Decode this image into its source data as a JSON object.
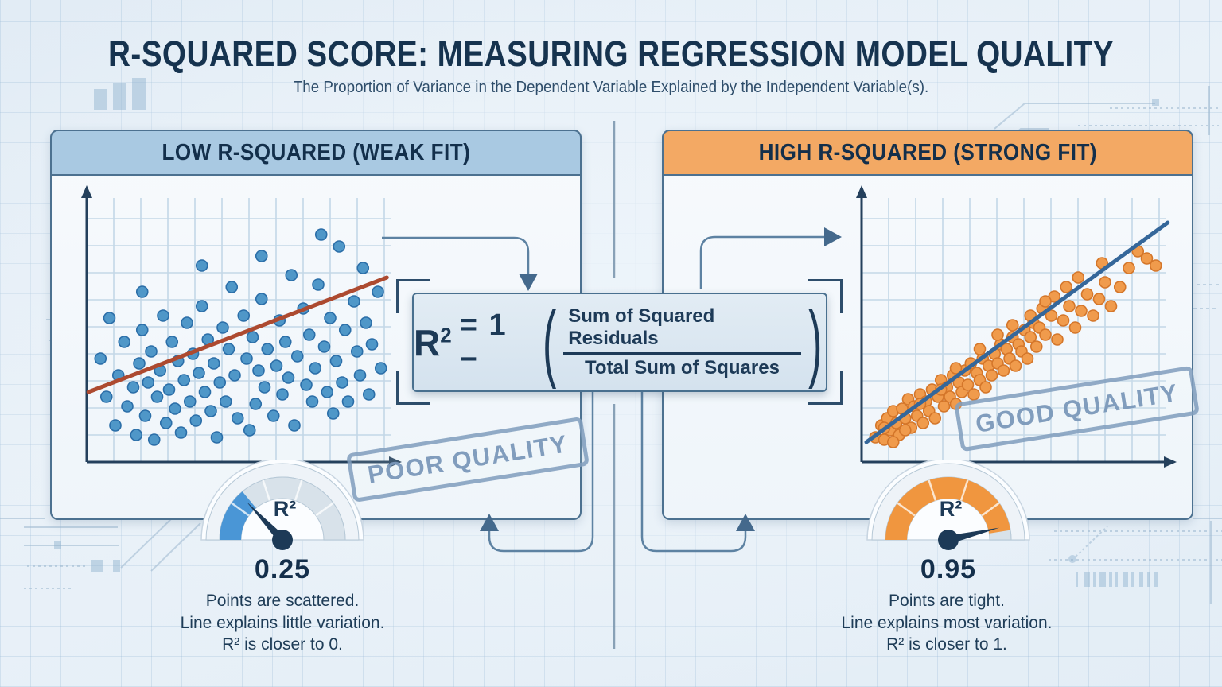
{
  "page": {
    "title": "R-SQUARED SCORE: MEASURING REGRESSION MODEL QUALITY",
    "subtitle": "The Proportion of Variance in the Dependent Variable Explained by the Independent Variable(s)."
  },
  "formula": {
    "lhs_base": "R",
    "lhs_sup": "2",
    "equals": "= 1 −",
    "open_paren": "(",
    "numerator": "Sum of Squared Residuals",
    "denominator": "Total Sum of Squares",
    "close_paren": ")"
  },
  "panels": {
    "left": {
      "header": "LOW R-SQUARED (WEAK FIT)",
      "stamp": "POOR QUALITY",
      "gauge": {
        "label": "R²",
        "value_label": "0.25",
        "needle": 0.26,
        "fill": 0.28,
        "accent": "#4a96d6"
      },
      "desc_line1": "Points are scattered.",
      "desc_line2": "Line explains little variation.",
      "desc_line3": "R² is closer to 0."
    },
    "right": {
      "header": "HIGH R-SQUARED (STRONG FIT)",
      "stamp": "GOOD QUALITY",
      "gauge": {
        "label": "R²",
        "value_label": "0.95",
        "needle": 0.925,
        "fill": 0.95,
        "accent": "#f0963f"
      },
      "desc_line1": "Points are tight.",
      "desc_line2": "Line explains most variation.",
      "desc_line3": "R² is closer to 1."
    }
  },
  "chart_data": [
    {
      "id": "left-scatter",
      "type": "scatter",
      "title": "Low R-squared scatter: widely dispersed points around a shallow rising regression line",
      "x_range": [
        0,
        100
      ],
      "y_range": [
        0,
        100
      ],
      "grid": true,
      "legend": "none",
      "dot_color": "#4f97c8",
      "dot_edge": "#2b6ea8",
      "line_color": "#ad4a30",
      "trend_line": [
        [
          -1,
          26
        ],
        [
          99,
          74
        ]
      ],
      "points": [
        [
          3,
          40
        ],
        [
          5,
          24
        ],
        [
          6,
          57
        ],
        [
          8,
          12
        ],
        [
          9,
          33
        ],
        [
          11,
          47
        ],
        [
          12,
          20
        ],
        [
          14,
          28
        ],
        [
          15,
          8
        ],
        [
          16,
          38
        ],
        [
          17,
          52
        ],
        [
          18,
          16
        ],
        [
          19,
          30
        ],
        [
          20,
          43
        ],
        [
          21,
          6
        ],
        [
          22,
          24
        ],
        [
          23,
          35
        ],
        [
          24,
          58
        ],
        [
          25,
          13
        ],
        [
          26,
          27
        ],
        [
          27,
          47
        ],
        [
          28,
          19
        ],
        [
          29,
          39
        ],
        [
          30,
          9
        ],
        [
          31,
          31
        ],
        [
          32,
          55
        ],
        [
          33,
          22
        ],
        [
          34,
          42
        ],
        [
          35,
          14
        ],
        [
          36,
          34
        ],
        [
          37,
          62
        ],
        [
          38,
          26
        ],
        [
          39,
          48
        ],
        [
          40,
          18
        ],
        [
          41,
          38
        ],
        [
          42,
          7
        ],
        [
          43,
          30
        ],
        [
          44,
          53
        ],
        [
          45,
          22
        ],
        [
          46,
          44
        ],
        [
          47,
          70
        ],
        [
          48,
          33
        ],
        [
          49,
          15
        ],
        [
          51,
          58
        ],
        [
          52,
          40
        ],
        [
          53,
          10
        ],
        [
          54,
          49
        ],
        [
          55,
          21
        ],
        [
          56,
          35
        ],
        [
          57,
          65
        ],
        [
          58,
          28
        ],
        [
          59,
          44
        ],
        [
          61,
          16
        ],
        [
          62,
          37
        ],
        [
          63,
          56
        ],
        [
          64,
          25
        ],
        [
          65,
          47
        ],
        [
          66,
          32
        ],
        [
          67,
          75
        ],
        [
          68,
          12
        ],
        [
          69,
          41
        ],
        [
          71,
          61
        ],
        [
          72,
          29
        ],
        [
          73,
          50
        ],
        [
          74,
          22
        ],
        [
          75,
          36
        ],
        [
          76,
          71
        ],
        [
          78,
          45
        ],
        [
          79,
          26
        ],
        [
          80,
          57
        ],
        [
          81,
          17
        ],
        [
          82,
          39
        ],
        [
          83,
          87
        ],
        [
          84,
          30
        ],
        [
          85,
          52
        ],
        [
          86,
          22
        ],
        [
          88,
          64
        ],
        [
          89,
          43
        ],
        [
          90,
          33
        ],
        [
          91,
          78
        ],
        [
          92,
          55
        ],
        [
          93,
          25
        ],
        [
          94,
          46
        ],
        [
          96,
          68
        ],
        [
          97,
          36
        ],
        [
          77,
          92
        ],
        [
          57,
          83
        ],
        [
          37,
          79
        ],
        [
          17,
          68
        ]
      ]
    },
    {
      "id": "right-scatter",
      "type": "scatter",
      "title": "High R-squared scatter: tight points along a steep rising regression line",
      "x_range": [
        0,
        100
      ],
      "y_range": [
        0,
        100
      ],
      "grid": true,
      "legend": "none",
      "dot_color": "#f09b4c",
      "dot_edge": "#d4762a",
      "line_color": "#35679a",
      "trend_line": [
        [
          0,
          5
        ],
        [
          101,
          97
        ]
      ],
      "points": [
        [
          3,
          7
        ],
        [
          5,
          12
        ],
        [
          6,
          6
        ],
        [
          7,
          15
        ],
        [
          8,
          10
        ],
        [
          9,
          18
        ],
        [
          10,
          13
        ],
        [
          11,
          8
        ],
        [
          12,
          19
        ],
        [
          13,
          15
        ],
        [
          14,
          23
        ],
        [
          15,
          11
        ],
        [
          16,
          20
        ],
        [
          17,
          16
        ],
        [
          18,
          25
        ],
        [
          19,
          13
        ],
        [
          20,
          22
        ],
        [
          21,
          18
        ],
        [
          22,
          27
        ],
        [
          23,
          15
        ],
        [
          24,
          24
        ],
        [
          25,
          31
        ],
        [
          26,
          20
        ],
        [
          27,
          28
        ],
        [
          28,
          24
        ],
        [
          29,
          33
        ],
        [
          30,
          21
        ],
        [
          31,
          30
        ],
        [
          32,
          26
        ],
        [
          33,
          35
        ],
        [
          34,
          29
        ],
        [
          35,
          38
        ],
        [
          36,
          25
        ],
        [
          37,
          34
        ],
        [
          38,
          31
        ],
        [
          39,
          40
        ],
        [
          40,
          28
        ],
        [
          41,
          37
        ],
        [
          42,
          33
        ],
        [
          43,
          42
        ],
        [
          44,
          38
        ],
        [
          45,
          46
        ],
        [
          46,
          35
        ],
        [
          47,
          44
        ],
        [
          48,
          40
        ],
        [
          49,
          49
        ],
        [
          50,
          37
        ],
        [
          51,
          46
        ],
        [
          52,
          43
        ],
        [
          53,
          52
        ],
        [
          54,
          40
        ],
        [
          55,
          49
        ],
        [
          56,
          55
        ],
        [
          57,
          45
        ],
        [
          58,
          53
        ],
        [
          60,
          50
        ],
        [
          62,
          58
        ],
        [
          64,
          48
        ],
        [
          66,
          56
        ],
        [
          68,
          62
        ],
        [
          70,
          53
        ],
        [
          72,
          60
        ],
        [
          74,
          67
        ],
        [
          76,
          58
        ],
        [
          78,
          65
        ],
        [
          80,
          72
        ],
        [
          82,
          62
        ],
        [
          85,
          70
        ],
        [
          88,
          78
        ],
        [
          91,
          85
        ],
        [
          94,
          82
        ],
        [
          97,
          79
        ],
        [
          63,
          66
        ],
        [
          59,
          61
        ],
        [
          67,
          70
        ],
        [
          71,
          74
        ],
        [
          79,
          80
        ],
        [
          30,
          36
        ],
        [
          38,
          44
        ],
        [
          25,
          27
        ],
        [
          18,
          21
        ],
        [
          13,
          10
        ],
        [
          9,
          5
        ],
        [
          44,
          50
        ],
        [
          49,
          54
        ],
        [
          55,
          58
        ],
        [
          60,
          64
        ],
        [
          6,
          11
        ]
      ]
    }
  ],
  "colors": {
    "navy_text": "#16334f",
    "left_header_bg": "#a9c9e2",
    "right_header_bg": "#f3a964",
    "panel_border": "#4c7190",
    "connector": "#5d82a2",
    "stamp": "#7f9cbc",
    "formula_bg": "#dce8f2"
  }
}
